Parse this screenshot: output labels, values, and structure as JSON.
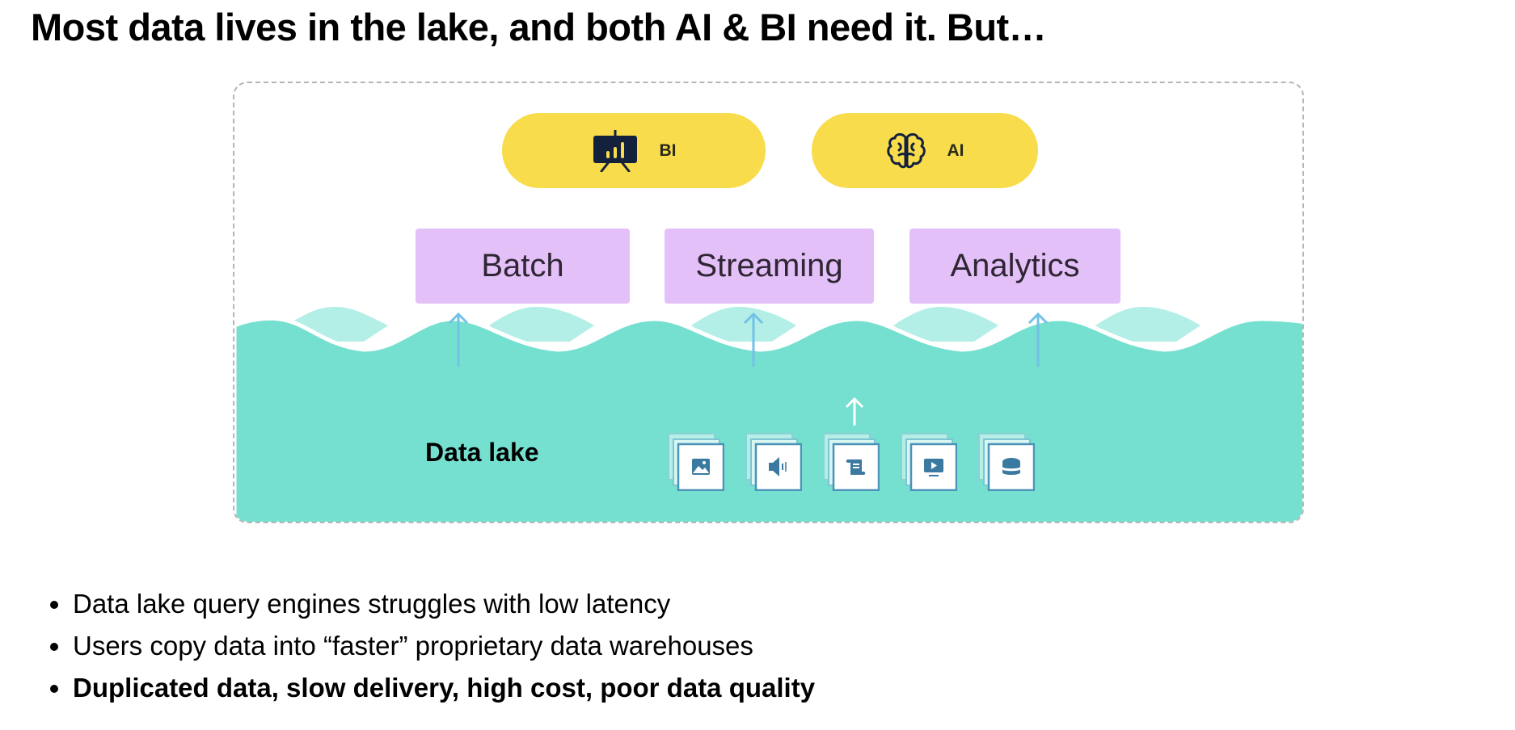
{
  "title": "Most data lives in the lake, and both AI & BI need it. But…",
  "consumers": [
    {
      "label": "BI",
      "icon": "presentation-chart-icon"
    },
    {
      "label": "AI",
      "icon": "brain-icon"
    }
  ],
  "engines": [
    {
      "label": "Batch"
    },
    {
      "label": "Streaming"
    },
    {
      "label": "Analytics"
    }
  ],
  "lake": {
    "label": "Data lake",
    "file_types": [
      {
        "icon": "image-icon"
      },
      {
        "icon": "audio-icon"
      },
      {
        "icon": "document-scroll-icon"
      },
      {
        "icon": "video-icon"
      },
      {
        "icon": "database-icon"
      }
    ]
  },
  "colors": {
    "pill": "#f8dc4b",
    "engine": "#e3c1f8",
    "arrow": "#72c1e6",
    "lake": "#75e0d0",
    "wave_light": "#b3efe7",
    "file_icon": "#3b7aa0"
  },
  "bullets": [
    {
      "text": "Data lake query engines struggles with low latency",
      "bold": false
    },
    {
      "text": "Users copy data into “faster” proprietary data warehouses",
      "bold": false
    },
    {
      "text": "Duplicated data, slow delivery, high cost, poor data quality",
      "bold": true
    }
  ]
}
